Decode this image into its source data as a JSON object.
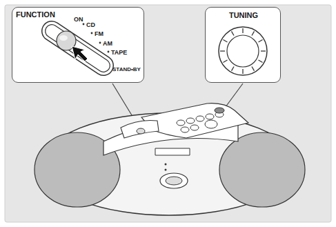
{
  "diagram": {
    "nodes": [
      {
        "text": [
          "FUNCTION",
          "ON",
          "CD",
          "FM",
          "AM",
          "TAPE",
          "STAND•BY"
        ]
      },
      {
        "text": [
          "TUNING"
        ]
      }
    ]
  }
}
